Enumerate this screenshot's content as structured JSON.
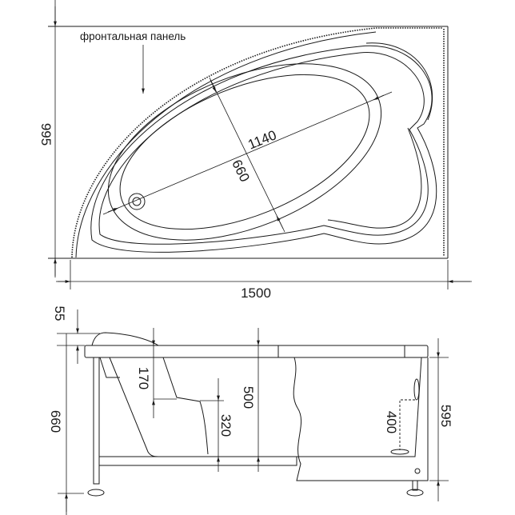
{
  "top_view": {
    "label_front_panel": "фронтальная панель",
    "dim_depth": "995",
    "dim_length": "1500",
    "dim_bowl_length": "1140",
    "dim_bowl_width": "660"
  },
  "side_view": {
    "dim_headrest": "55",
    "dim_total_height": "660",
    "dim_seat_depth": "170",
    "dim_seat_height": "320",
    "dim_inner_depth": "500",
    "dim_overflow": "400",
    "dim_body_height": "595"
  },
  "colors": {
    "line": "#1a1a1a",
    "background": "#ffffff"
  }
}
